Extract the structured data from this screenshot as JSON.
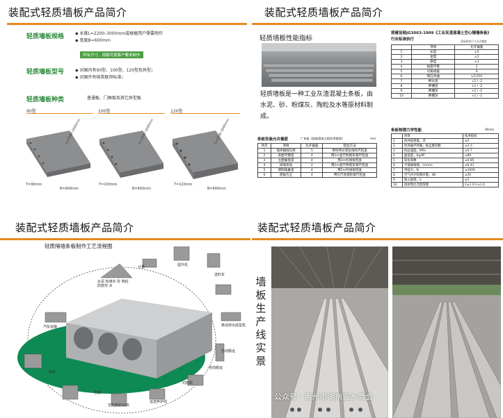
{
  "q1": {
    "title": "装配式轻质墙板产品简介",
    "spec_heading": "轻质墙板规格",
    "spec_lines": [
      "◆ 长度L=2200–3000mm或根据用户需要制作",
      "◆ 宽度B=600mm"
    ],
    "green_note": "所有尺寸，规格可按客户要求制作",
    "model_heading": "轻质墙板型号",
    "model_lines": [
      "◆ 对国内有90型、100型、120型及异型；",
      "◆ 对国外有按英联邦标准；"
    ],
    "kind_heading": "轻质墙板种类",
    "kind_text": "普通板、门框板及其它异型板",
    "columns": [
      "90型",
      "100型",
      "120型"
    ],
    "dims": [
      {
        "t": "T=90mm",
        "b": "B=600mm",
        "l": "L=2200–3000mm"
      },
      {
        "t": "T=100mm",
        "b": "B=600mm",
        "l": "L=2200–3000mm"
      },
      {
        "t": "T=120mm",
        "b": "B=600mm",
        "l": "L=2200–3000mm"
      }
    ]
  },
  "q2": {
    "title": "装配式轻质墙板产品简介",
    "perf_heading": "轻质墙板性能指标",
    "desc": "轻质墙板是一种工业灰渣混凝土条板，由水泥、砂、粉煤灰、陶粒及水等原材料制成。",
    "std_title": "按建设部JG3063-1999《工业灰渣混凝土空心隔墙条板》",
    "std_sub": "行业标准执行",
    "std_note": "条板制作尺寸允许偏差",
    "tol_header": [
      "项目",
      "允许偏差"
    ],
    "tol_rows": [
      [
        "1",
        "长度",
        "±5"
      ],
      [
        "2",
        "宽度",
        "±2"
      ],
      [
        "3",
        "厚度",
        "±1"
      ],
      [
        "4",
        "板面平整",
        "2"
      ],
      [
        "5",
        "对角线差",
        "6"
      ],
      [
        "6",
        "侧向弯曲",
        "L/1250"
      ],
      [
        "7",
        "榫头宽",
        "+2 / -2"
      ],
      [
        "8",
        "榫槽宽",
        "+2 / -2"
      ],
      [
        "9",
        "榫槽深",
        "+2 / -2"
      ],
      [
        "10",
        "榫槽深",
        "+2 / -2"
      ]
    ],
    "install_title": "条板安装允许偏差",
    "install_ref": "广东省《轻板墙体工程技术规程》",
    "install_unit": "mm",
    "install_header": [
      "项次",
      "项目",
      "允许偏差",
      "检验方法"
    ],
    "install_rows": [
      [
        "1",
        "墙体轴线位移",
        "5",
        "用经纬仪或拉线和尺检查"
      ],
      [
        "2",
        "表面平整度",
        "4",
        "用2m直尺和楔形塞尺检查"
      ],
      [
        "3",
        "立面垂直度",
        "4",
        "用2m托线板检查"
      ],
      [
        "4",
        "接缝高低",
        "2",
        "用2m直尺和楔形塞尺检查"
      ],
      [
        "5",
        "阴阳角垂直",
        "4",
        "用2m托线板检查"
      ],
      [
        "6",
        "阴角方正",
        "4",
        "用方尺及楔形塞尺检查"
      ]
    ],
    "phys_title": "条板物理力学性能",
    "phys_unit": "90mm",
    "phys_header": [
      "项目",
      "技术指标"
    ],
    "phys_rows": [
      [
        "1",
        "抗冲击性能，次",
        "≥5"
      ],
      [
        "2",
        "抗弯破坏荷载，板自重倍数",
        "≥2.0"
      ],
      [
        "3",
        "抗压强度，MPa",
        "≥5.7"
      ],
      [
        "4",
        "面密度，Kg/M²",
        "≤89"
      ],
      [
        "5",
        "软化系数",
        "≥0.85"
      ],
      [
        "6",
        "干燥收缩值，mm/m",
        "≤0.41"
      ],
      [
        "7",
        "吊挂力，N",
        "≥1000"
      ],
      [
        "8",
        "空气声计权隔声量，dB",
        "≥35"
      ],
      [
        "9",
        "耐火极限，h",
        "≥1"
      ],
      [
        "10",
        "放射性比活度限量",
        "C≤1.0·C≤1.0"
      ]
    ]
  },
  "q3": {
    "title": "装配式轻质墙板产品简介",
    "subtitle": "轻质隔墙条板制作工艺流程图",
    "steps": [
      "计量",
      "提升机",
      "送料车",
      "水泥 粉煤灰 砂\n陶粒 防腐剂 水",
      "移动挤出成型机",
      "自动搬运",
      "自动搬运",
      "切割机",
      "汽车运输",
      "成品",
      "包装",
      "空气养护28天",
      "运送养护线"
    ]
  },
  "q4": {
    "title": "装配式轻质墙板产品简介",
    "vertical": [
      "墙",
      "板",
      "生",
      "产",
      "线",
      "实",
      "景"
    ],
    "watermark": "公众号 · 惠州市湖南安乡商会"
  },
  "colors": {
    "accent": "#e6891e",
    "green": "#2e8b3c",
    "flow_green": "#0e8a55"
  }
}
